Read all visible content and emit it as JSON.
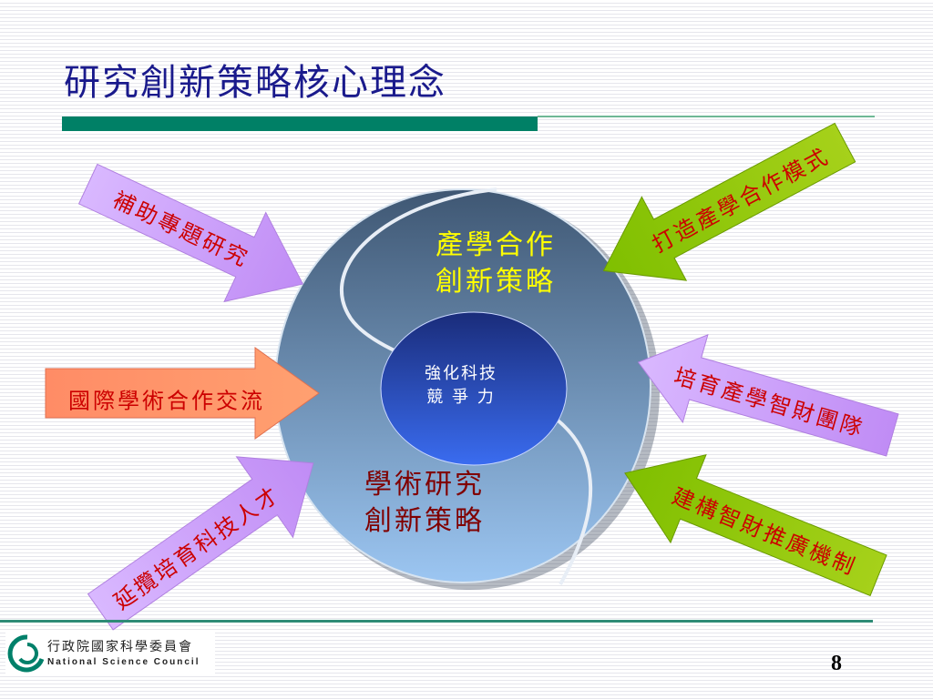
{
  "slide": {
    "title": "研究創新策略核心理念",
    "page_number": "8"
  },
  "center": {
    "industry_line1": "產學合作",
    "industry_line2": "創新策略",
    "core_line1": "強化科技",
    "core_line2": "競 爭 力",
    "academic_line1": "學術研究",
    "academic_line2": "創新策略"
  },
  "arrows": {
    "subsidize": "補助專題研究",
    "international": "國際學術合作交流",
    "talent": "延攬培育科技人才",
    "mode": "打造產學合作模式",
    "team": "培育產學智財團隊",
    "mechanism": "建構智財推廣機制"
  },
  "logo": {
    "chinese": "行政院國家科學委員會",
    "english": "National Science Council"
  },
  "colors": {
    "title": "#1a1a8c",
    "industry_text": "#ffff00",
    "academic_text": "#800000",
    "arrow_text": "#cc0000",
    "purple_arrow": "#cc99ff",
    "orange_arrow": "#ff9966",
    "green_arrow": "#99cc00",
    "accent_bar": "#008066"
  }
}
